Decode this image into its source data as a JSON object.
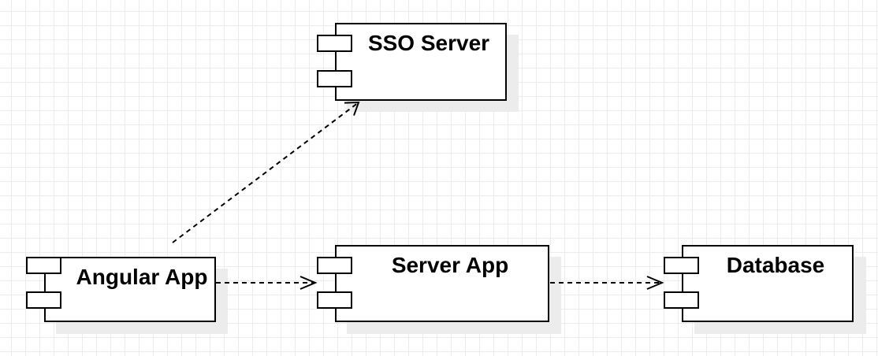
{
  "components": {
    "sso": {
      "label": "SSO Server"
    },
    "angular": {
      "label": "Angular App"
    },
    "server": {
      "label": "Server App"
    },
    "database": {
      "label": "Database"
    }
  },
  "connectors": [
    {
      "from": "Angular App",
      "to": "SSO Server",
      "style": "dashed",
      "arrow": "open"
    },
    {
      "from": "Angular App",
      "to": "Server App",
      "style": "dashed",
      "arrow": "open"
    },
    {
      "from": "Server App",
      "to": "Database",
      "style": "dashed",
      "arrow": "open"
    }
  ],
  "colors": {
    "stroke": "#000000",
    "fill": "#ffffff",
    "shadow": "#ececec",
    "grid": "#ececec"
  }
}
